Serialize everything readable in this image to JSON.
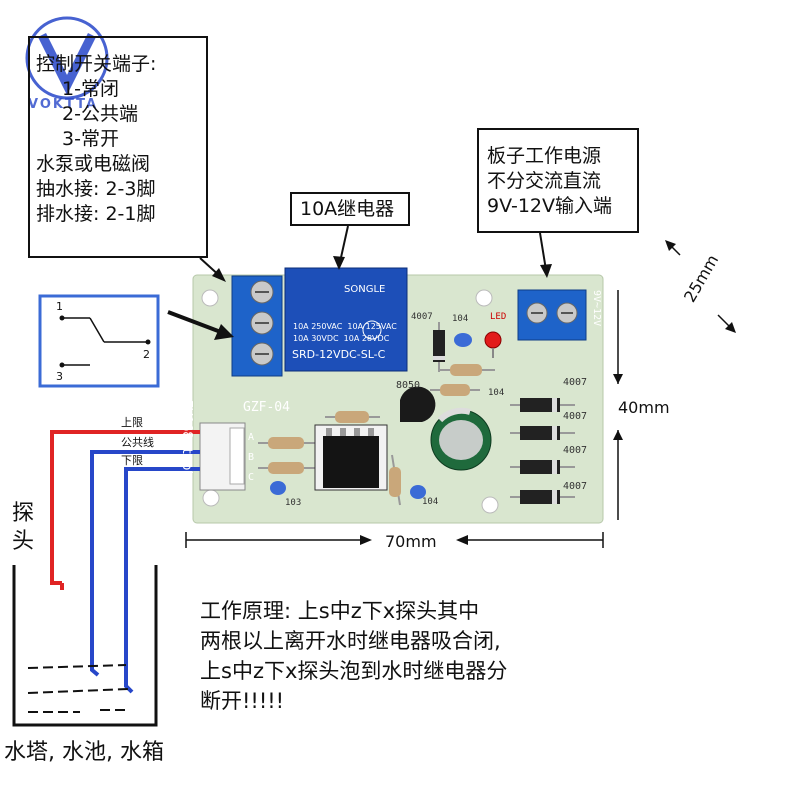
{
  "logo": {
    "text": "VOKTTA"
  },
  "control_box": {
    "lines": [
      "控制开关端子:",
      "1-常闭",
      "2-公共端",
      "3-常开",
      "水泵或电磁阀",
      "抽水接: 2-3脚",
      "排水接: 2-1脚"
    ]
  },
  "relay_box": {
    "label": "10A继电器"
  },
  "power_box": {
    "lines": [
      "板子工作电源",
      "不分交流直流",
      "9V-12V输入端"
    ]
  },
  "switch_diagram": {
    "pins": [
      "1",
      "2",
      "3"
    ]
  },
  "board": {
    "relay_brand": "SONGLE",
    "relay_specs": [
      "10A 250VAC  10A 125VAC",
      "10A 30VDC  10A 28VDC"
    ],
    "relay_model": "SRD-12VDC-SL-C",
    "model_label": "GZF-04",
    "vertical_text": "ZX168.taobao.com",
    "power_label": "9V~12V",
    "led_label": "LED",
    "diode_labels": [
      "4007",
      "4007",
      "4007",
      "4007",
      "4007"
    ],
    "cap_labels": [
      "104",
      "104",
      "104",
      "103"
    ],
    "transistor_label": "8050",
    "connector_pins": [
      "A",
      "B",
      "C"
    ]
  },
  "wires": {
    "upper": "上限",
    "common": "公共线",
    "lower": "下限"
  },
  "probe_label": "探\n头",
  "dimensions": {
    "width": "70mm",
    "height": "40mm",
    "depth": "25mm"
  },
  "principle": {
    "lines": [
      "工作原理: 上s中z下x探头其中",
      "两根以上离开水时继电器吸合闭,",
      "上s中z下x探头泡到水时继电器分",
      "断开!!!!!"
    ]
  },
  "tank_label": "水塔, 水池, 水箱",
  "colors": {
    "pcb": "#d9e6cf",
    "relay": "#1d4fb8",
    "terminal": "#1e63c9",
    "red_wire": "#e02424",
    "blue_wire": "#2747c9"
  }
}
